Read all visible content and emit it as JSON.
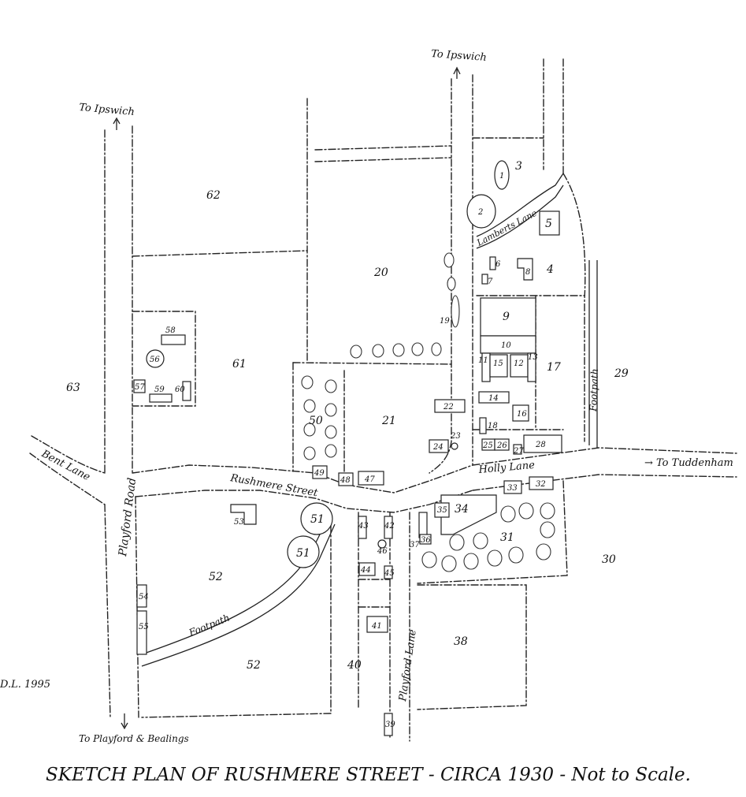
{
  "map": {
    "title": "SKETCH PLAN OF RUSHMERE STREET - CIRCA 1930 - Not to Scale.",
    "signature": "D.L. 1995",
    "directions": {
      "ipswich_left": "To Ipswich",
      "ipswich_top": "To Ipswich",
      "tuddenham": "→ To Tuddenham",
      "playford": "To Playford & Bealings"
    },
    "roads": {
      "playford_road": "Playford Road",
      "bent_lane": "Bent Lane",
      "rushmere_street": "Rushmere Street",
      "holly_lane": "Holly Lane",
      "lamberts_lane": "Lamberts Lane",
      "footpath_east": "Footpath",
      "footpath_south": "Footpath",
      "playford_lane": "Playford Lane"
    },
    "plots": {
      "p1": "1",
      "p2": "2",
      "p3": "3",
      "p4": "4",
      "p5": "5",
      "p6": "6",
      "p7": "7",
      "p8": "8",
      "p9": "9",
      "p10": "10",
      "p11": "11",
      "p12": "12",
      "p13": "13",
      "p14": "14",
      "p15": "15",
      "p16": "16",
      "p17": "17",
      "p18": "18",
      "p19": "19",
      "p20": "20",
      "p21": "21",
      "p22": "22",
      "p23": "23",
      "p24": "24",
      "p25": "25",
      "p26": "26",
      "p27": "27",
      "p28": "28",
      "p29": "29",
      "p30": "30",
      "p31": "31",
      "p32": "32",
      "p33": "33",
      "p34": "34",
      "p35": "35",
      "p36": "36",
      "p37": "37",
      "p38": "38",
      "p39": "39",
      "p40": "40",
      "p41": "41",
      "p42": "42",
      "p43": "43",
      "p44": "44",
      "p45": "45",
      "p46": "46",
      "p47": "47",
      "p48": "48",
      "p49": "49",
      "p50": "50",
      "p51a": "51",
      "p51b": "51",
      "p52a": "52",
      "p52b": "52",
      "p53": "53",
      "p54": "54",
      "p55": "55",
      "p56": "56",
      "p57": "57",
      "p58": "58",
      "p59": "59",
      "p60": "60",
      "p61": "61",
      "p62": "62",
      "p63": "63"
    }
  }
}
